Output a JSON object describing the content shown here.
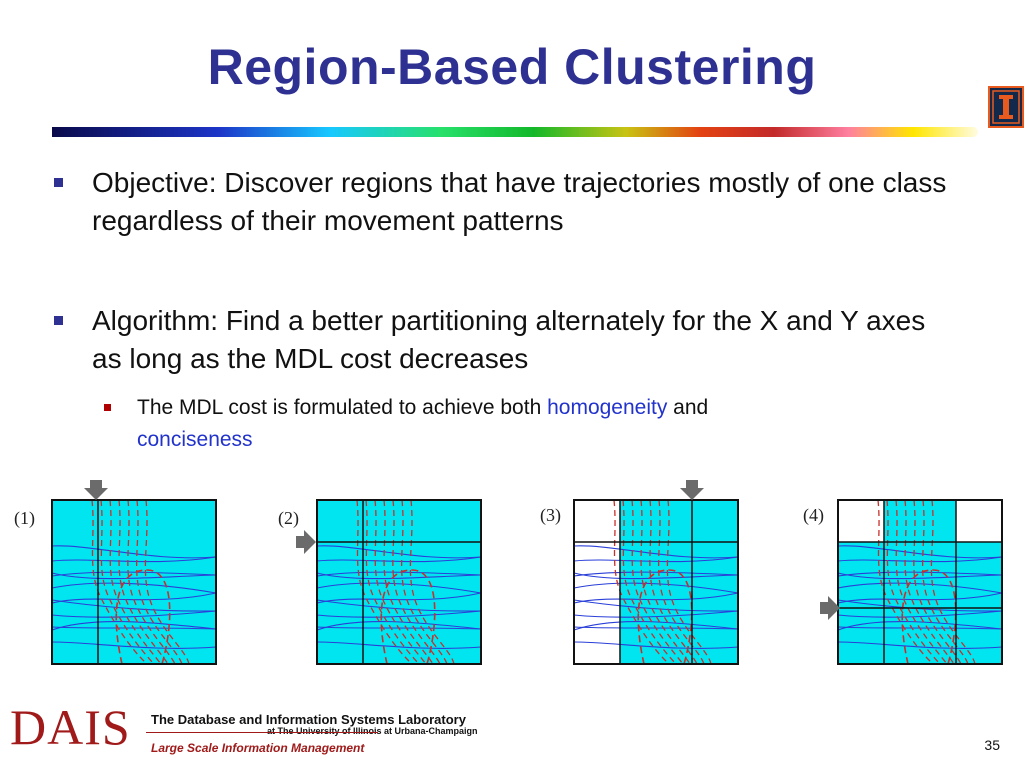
{
  "slide": {
    "title": "Region-Based Clustering",
    "bullets": [
      {
        "text": "Objective: Discover regions that have trajectories mostly of one class regardless of their movement patterns"
      },
      {
        "text": "Algorithm: Find a better partitioning alternately for the X and Y axes as long as the MDL cost decreases"
      }
    ],
    "sub_bullet": {
      "pre": "The MDL cost is formulated to achieve both ",
      "term1": "homogeneity",
      "mid": " and",
      "term2": "conciseness"
    },
    "figures": [
      {
        "label": "(1)"
      },
      {
        "label": "(2)"
      },
      {
        "label": "(3)"
      },
      {
        "label": "(4)"
      }
    ],
    "footer": {
      "logo_text": "DAIS",
      "lab_name": "The Database and Information Systems Laboratory",
      "university": "at The University of Illinois at Urbana-Champaign",
      "tagline": "Large Scale Information Management"
    },
    "page_number": "35"
  },
  "colors": {
    "title": "#2e3192",
    "region_fill": "#00e5f0",
    "blue_trajectory": "#2a3fd8",
    "red_trajectory": "#c8302a",
    "arrow": "#6b6b6b",
    "footer_red": "#a01a1a"
  }
}
